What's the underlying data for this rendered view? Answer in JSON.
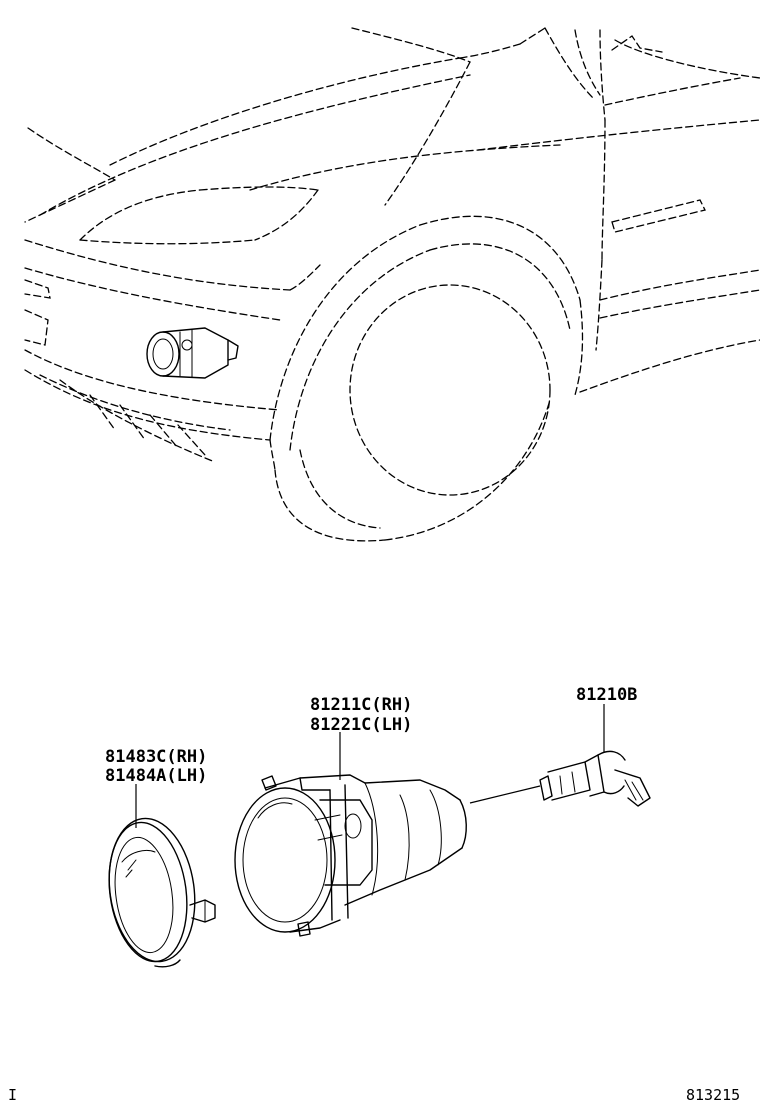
{
  "labels": {
    "bulb": "81210B",
    "lamp_rh": "81211C(RH)",
    "lamp_lh": "81221C(LH)",
    "bezel_rh": "81483C(RH)",
    "bezel_lh": "81484A(LH)"
  },
  "footer": {
    "left_mark": "I",
    "diagram_code": "813215"
  }
}
